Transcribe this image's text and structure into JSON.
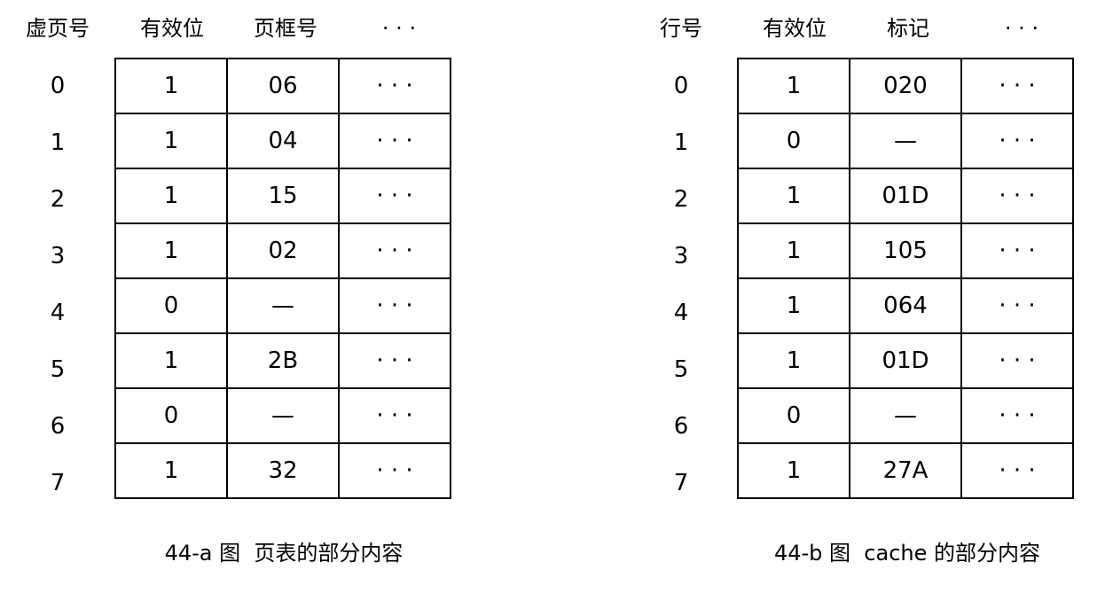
{
  "tables": [
    {
      "headers": [
        "虚页号",
        "有效位",
        "页框号",
        "· · ·"
      ],
      "rows": [
        {
          "index": "0",
          "valid": "1",
          "value": "06",
          "more": "· · ·"
        },
        {
          "index": "1",
          "valid": "1",
          "value": "04",
          "more": "· · ·"
        },
        {
          "index": "2",
          "valid": "1",
          "value": "15",
          "more": "· · ·"
        },
        {
          "index": "3",
          "valid": "1",
          "value": "02",
          "more": "· · ·"
        },
        {
          "index": "4",
          "valid": "0",
          "value": "—",
          "more": "· · ·"
        },
        {
          "index": "5",
          "valid": "1",
          "value": "2B",
          "more": "· · ·"
        },
        {
          "index": "6",
          "valid": "0",
          "value": "—",
          "more": "· · ·"
        },
        {
          "index": "7",
          "valid": "1",
          "value": "32",
          "more": "· · ·"
        }
      ],
      "caption": "44-a 图  页表的部分内容"
    },
    {
      "headers": [
        "行号",
        "有效位",
        "标记",
        "· · ·"
      ],
      "rows": [
        {
          "index": "0",
          "valid": "1",
          "value": "020",
          "more": "· · ·"
        },
        {
          "index": "1",
          "valid": "0",
          "value": "—",
          "more": "· · ·"
        },
        {
          "index": "2",
          "valid": "1",
          "value": "01D",
          "more": "· · ·"
        },
        {
          "index": "3",
          "valid": "1",
          "value": "105",
          "more": "· · ·"
        },
        {
          "index": "4",
          "valid": "1",
          "value": "064",
          "more": "· · ·"
        },
        {
          "index": "5",
          "valid": "1",
          "value": "01D",
          "more": "· · ·"
        },
        {
          "index": "6",
          "valid": "0",
          "value": "—",
          "more": "· · ·"
        },
        {
          "index": "7",
          "valid": "1",
          "value": "27A",
          "more": "· · ·"
        }
      ],
      "caption": "44-b 图  cache 的部分内容"
    }
  ]
}
